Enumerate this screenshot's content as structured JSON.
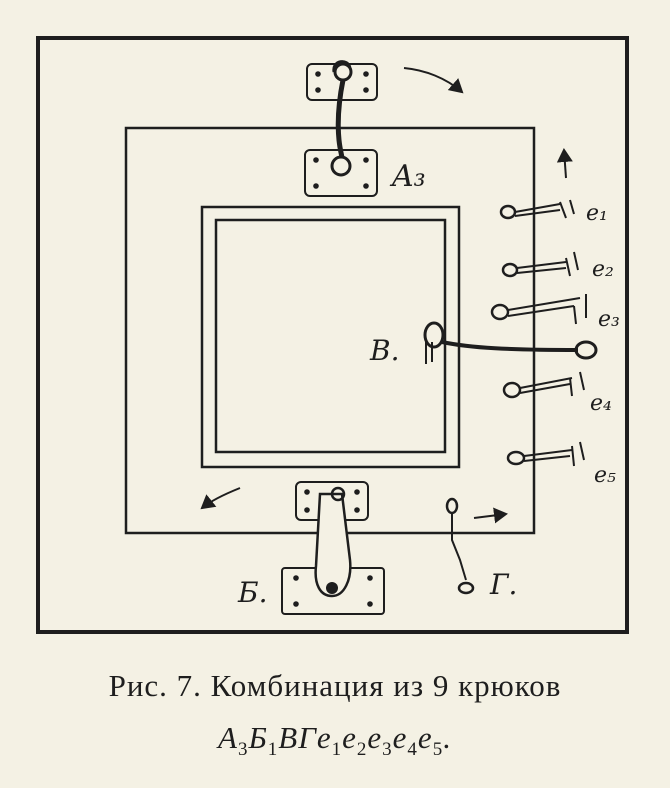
{
  "labels": {
    "a3": "A₃",
    "b": "Б.",
    "v": "В.",
    "g": "Г.",
    "e1": "e₁",
    "e2": "e₂",
    "e3": "e₃",
    "e4": "e₄",
    "e5": "e₅"
  },
  "caption": {
    "line1": "Рис. 7.  Комбинация  из 9 крюков",
    "line2": [
      {
        "base": "A",
        "sub": "3"
      },
      {
        "base": "Б",
        "sub": "1"
      },
      {
        "base": "ВГe",
        "sub": "1"
      },
      {
        "base": "e",
        "sub": "2"
      },
      {
        "base": "e",
        "sub": "3"
      },
      {
        "base": "e",
        "sub": "4"
      },
      {
        "base": "e",
        "sub": "5"
      }
    ],
    "line2_end": "."
  }
}
